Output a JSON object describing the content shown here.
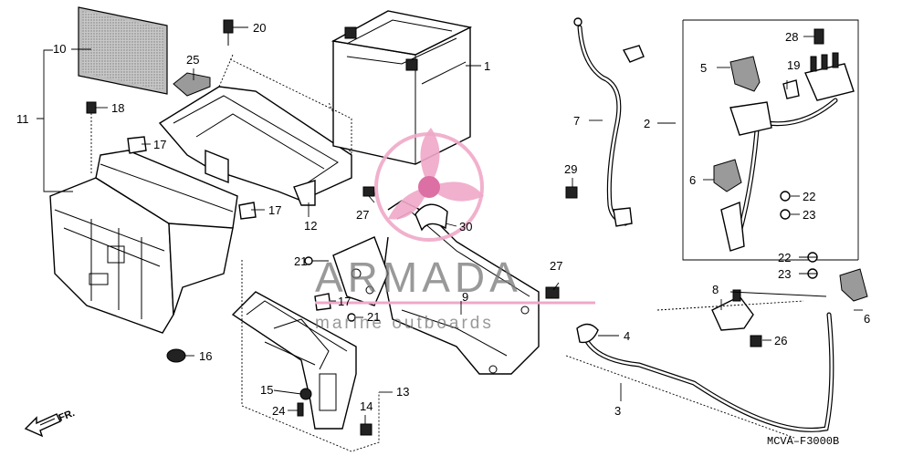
{
  "diagram_code": "MCVA–F3000B",
  "direction_label": "FR.",
  "watermark": {
    "brand": "ARMADA",
    "tagline": "marine outboards",
    "accent_color": "#f0a8c8",
    "accent_dark": "#d9609b"
  },
  "callouts": {
    "p1": "1",
    "p2": "2",
    "p3": "3",
    "p4": "4",
    "p5": "5",
    "p6a": "6",
    "p6b": "6",
    "p7": "7",
    "p8": "8",
    "p9": "9",
    "p10": "10",
    "p11": "11",
    "p12": "12",
    "p13": "13",
    "p14": "14",
    "p15": "15",
    "p16": "16",
    "p17a": "17",
    "p17b": "17",
    "p17c": "17",
    "p18": "18",
    "p19": "19",
    "p20": "20",
    "p21a": "21",
    "p21b": "21",
    "p22a": "22",
    "p22b": "22",
    "p23a": "23",
    "p23b": "23",
    "p24": "24",
    "p25": "25",
    "p26": "26",
    "p27a": "27",
    "p27b": "27",
    "p28": "28",
    "p29": "29",
    "p30": "30"
  }
}
